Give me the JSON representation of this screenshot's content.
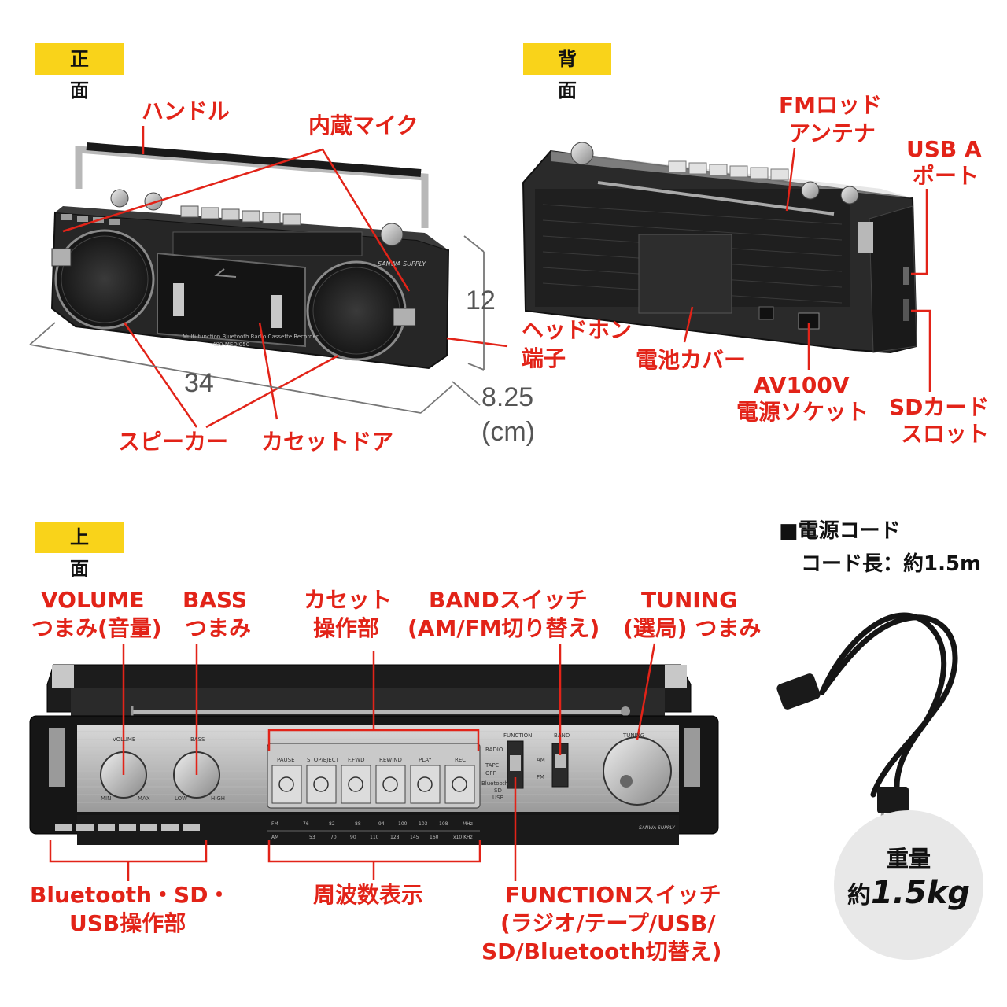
{
  "sections": {
    "front": "正 面",
    "back": "背 面",
    "top": "上 面"
  },
  "front_labels": {
    "handle": "ハンドル",
    "mic": "内蔵マイク",
    "headphone": [
      "ヘッドホン",
      "端子"
    ],
    "speaker": "スピーカー",
    "cassette_door": "カセットドア"
  },
  "dimensions": {
    "width": "34",
    "height": "12",
    "depth": "8.25",
    "unit": "(cm)"
  },
  "device_print": {
    "brand": "SANWA SUPPLY",
    "model_line": "Multi-function Bluetooth Radio Cassette Recorder",
    "model_no": "400-MEDI050"
  },
  "back_labels": {
    "antenna": [
      "FMロッド",
      "アンテナ"
    ],
    "usb": [
      "USB A",
      "ポート"
    ],
    "battery": "電池カバー",
    "power": [
      "AV100V",
      "電源ソケット"
    ],
    "sd": [
      "SDカード",
      "スロット"
    ]
  },
  "top_labels": {
    "volume": [
      "VOLUME",
      "つまみ(音量)"
    ],
    "bass": [
      "BASS",
      "つまみ"
    ],
    "cassette_ops": [
      "カセット",
      "操作部"
    ],
    "band": [
      "BANDスイッチ",
      "(AM/FM切り替え)"
    ],
    "tuning": [
      "TUNING",
      "(選局) つまみ"
    ],
    "bt_ops": [
      "Bluetooth・SD・",
      "USB操作部"
    ],
    "freq": "周波数表示",
    "function": [
      "FUNCTIONスイッチ",
      "(ラジオ/テープ/USB/",
      "SD/Bluetooth切替え)"
    ]
  },
  "top_panel": {
    "volume": "VOLUME",
    "vol_min": "MIN",
    "vol_max": "MAX",
    "bass": "BASS",
    "bass_low": "LOW",
    "bass_high": "HIGH",
    "buttons": [
      "PAUSE",
      "STOP/EJECT",
      "F.FWD",
      "REWIND",
      "PLAY",
      "REC"
    ],
    "function_title": "FUNCTION",
    "function_opts": [
      "RADIO",
      "TAPE",
      "OFF",
      "Bluetooth",
      "SD",
      "USB"
    ],
    "band_title": "BAND",
    "band_am": "AM",
    "band_fm": "FM",
    "tuning_title": "TUNING",
    "fm_scale": [
      "FM",
      "76",
      "82",
      "88",
      "94",
      "100",
      "103",
      "108",
      "MHz"
    ],
    "am_scale": [
      "AM",
      "53",
      "70",
      "90",
      "110",
      "128",
      "145",
      "160",
      "x10 KHz"
    ]
  },
  "cord": {
    "title": "■電源コード",
    "length": "コード長：約1.5m"
  },
  "weight": {
    "title": "重量",
    "value_prefix": "約",
    "value": "1.5kg"
  }
}
